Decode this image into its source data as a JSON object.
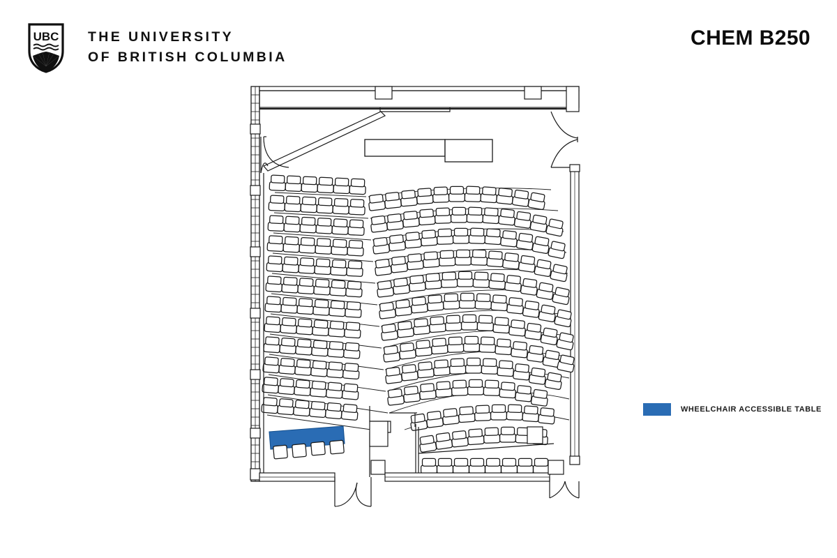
{
  "header": {
    "logo_icon": "ubc-shield-icon",
    "wordmark_line1": "THE UNIVERSITY",
    "wordmark_line2": "OF BRITISH COLUMBIA",
    "room_title": "CHEM B250"
  },
  "legend": {
    "swatch_color": "#2a6cb4",
    "label": "WHEELCHAIR ACCESSIBLE TABLE"
  },
  "colors": {
    "ink": "#101010",
    "line": "#1a1a1a",
    "wall_fill": "#ffffff",
    "accent_blue": "#2a6cb4",
    "page_background": "#ffffff"
  },
  "floor_plan": {
    "name": "chem-b250-seating-plan",
    "room_label": "CHEM B250",
    "orientation": "stage-at-top",
    "front_of_room": "top",
    "features": [
      "lecture bench",
      "demonstration table",
      "accessible ramp",
      "wheelchair accessible table",
      "fixed tiered seating"
    ],
    "doors": [
      {
        "name": "door-top-left",
        "wall": "left",
        "position": "upper"
      },
      {
        "name": "door-top-right",
        "wall": "right",
        "position": "upper"
      },
      {
        "name": "door-bottom-center",
        "wall": "bottom",
        "position": "center"
      },
      {
        "name": "door-bottom-right",
        "wall": "bottom",
        "position": "right"
      }
    ],
    "fixtures": [
      {
        "name": "lecture-bench",
        "shape": "rect"
      },
      {
        "name": "demonstration-table",
        "shape": "rect"
      },
      {
        "name": "wheelchair-accessible-table",
        "shape": "rect",
        "color": "#2a6cb4"
      }
    ],
    "seating": {
      "left_block": {
        "name": "left-seating-block",
        "row_count": 12,
        "seats_per_row": [
          6,
          6,
          6,
          6,
          6,
          6,
          6,
          6,
          6,
          6,
          6,
          6
        ]
      },
      "center_right_block": {
        "name": "center-right-seating-block",
        "row_count": 12,
        "seats_per_row": [
          9,
          11,
          12,
          12,
          13,
          13,
          13,
          13,
          13,
          13,
          13,
          13
        ]
      },
      "lower_right_block": {
        "name": "lower-right-seating-block",
        "row_count": 2,
        "seats_per_row": [
          9,
          8
        ]
      },
      "accessible_row": {
        "name": "accessible-seating-row",
        "seat_count": 4
      }
    }
  }
}
